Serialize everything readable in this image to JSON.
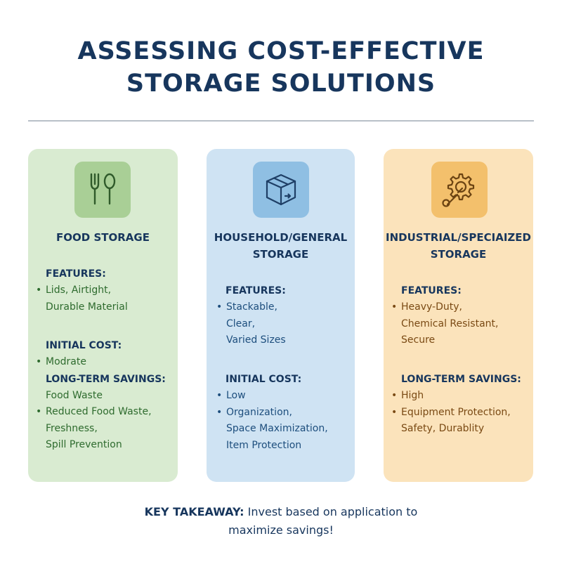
{
  "title": {
    "line1": "ASSESSING COST-EFFECTIVE",
    "line2": "STORAGE SOLUTIONS"
  },
  "colors": {
    "title": "#17365d",
    "food_bg": "#d9ebd1",
    "household_bg": "#cfe3f3",
    "industrial_bg": "#fbe3bb"
  },
  "cards": {
    "food": {
      "icon": "fork-spoon-icon",
      "title": "FOOD STORAGE",
      "features_label": "FEATURES:",
      "features": [
        "Lids, Airtight,",
        "Durable Material"
      ],
      "initial_cost_label": "INITIAL COST:",
      "initial_cost": "Modrate",
      "savings_label": "LONG-TERM SAVINGS:",
      "savings_level": "Food Waste",
      "savings": [
        "Reduced Food Waste,",
        "Freshness,",
        "Spill Prevention"
      ]
    },
    "household": {
      "icon": "box-icon",
      "title_line1": "HOUSEHOLD/GENERAL",
      "title_line2": "STORAGE",
      "features_label": "FEATURES:",
      "features": [
        "Stackable,",
        "Clear,",
        "Varied Sizes"
      ],
      "initial_cost_label": "INITIAL COST:",
      "initial_cost": "Low",
      "benefits": [
        "Organization,",
        "Space Maximization,",
        "Item Protection"
      ]
    },
    "industrial": {
      "icon": "gear-wrench-icon",
      "title_line1": "INDUSTRIAL/SPECIAIZED",
      "title_line2": "STORAGE",
      "features_label": "FEATURES:",
      "features": [
        "Heavy-Duty,",
        "Chemical Resistant,",
        "Secure"
      ],
      "savings_label": "LONG-TERM SAVINGS:",
      "savings_level": "High",
      "savings": [
        "Equipment Protection,",
        "Safety, Durablity"
      ]
    }
  },
  "takeaway": {
    "label": "KEY TAKEAWAY:",
    "text_line1": " Invest based on application to",
    "text_line2": "maximize savings!"
  }
}
